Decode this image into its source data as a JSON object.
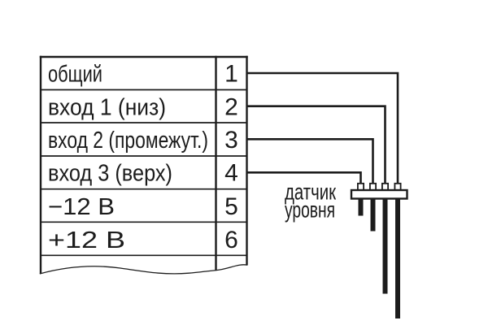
{
  "colors": {
    "line": "#1c1c1c",
    "background": "#ffffff"
  },
  "terminal_table": {
    "rows": [
      {
        "label": "общий",
        "terminal": "1"
      },
      {
        "label": "вход 1 (низ)",
        "terminal": "2"
      },
      {
        "label": "вход 2 (промежут.)",
        "terminal": "3"
      },
      {
        "label": "вход 3 (верх)",
        "terminal": "4"
      },
      {
        "label": "−12 В",
        "terminal": "5"
      },
      {
        "label": "+12 В",
        "terminal": "6"
      }
    ]
  },
  "sensor": {
    "label_line1": "датчик",
    "label_line2": "уровня"
  }
}
